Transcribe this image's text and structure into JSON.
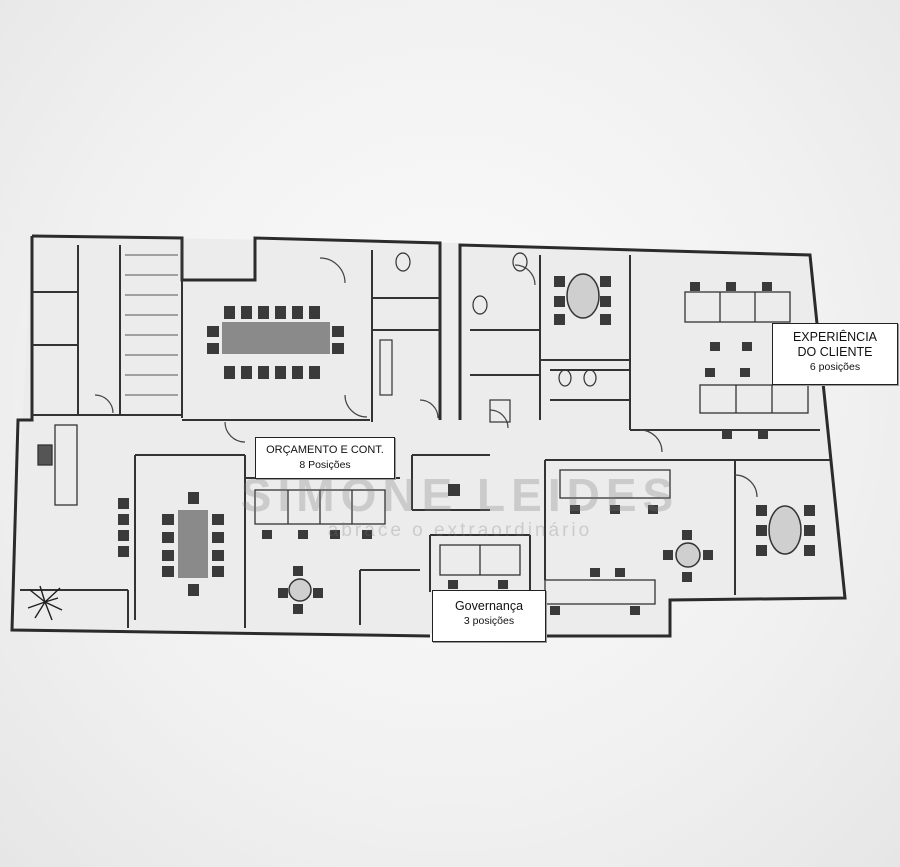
{
  "labels": {
    "experiencia": {
      "title": "EXPERIÊNCIA DO CLIENTE",
      "subtitle": "6 posições"
    },
    "orcamento": {
      "title": "ORÇAMENTO E CONT.",
      "subtitle": "8 Posições"
    },
    "governanca": {
      "title": "Governança",
      "subtitle": "3 posições"
    }
  },
  "watermark": {
    "brand": "SIMONE LEIDES",
    "tagline": "abrace o extraordinário"
  },
  "colors": {
    "wall": "#2b2b2b",
    "floor": "#ededed",
    "furniture": "#3a3a3a",
    "paper": "#f4f4f4"
  }
}
